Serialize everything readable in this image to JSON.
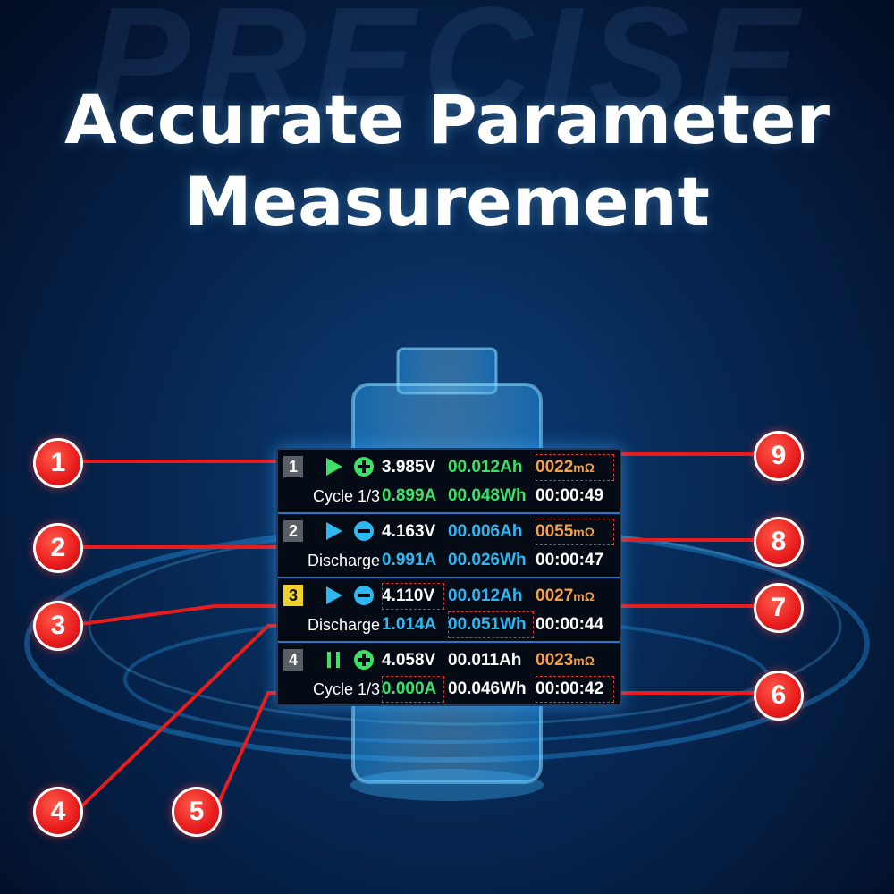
{
  "background_word": "PRECISE",
  "headline": {
    "line1": "Accurate Parameter",
    "line2": "Measurement"
  },
  "channels": [
    {
      "index": "1",
      "state": "play",
      "polarity": "plus",
      "mode": "Cycle 1/3",
      "voltage": "3.985V",
      "capacity": "00.012Ah",
      "resistance": "0022",
      "resistance_unit": "mΩ",
      "current": "0.899A",
      "energy": "00.048Wh",
      "time": "00:00:49"
    },
    {
      "index": "2",
      "state": "play",
      "polarity": "minus",
      "mode": "Discharge",
      "voltage": "4.163V",
      "capacity": "00.006Ah",
      "resistance": "0055",
      "resistance_unit": "mΩ",
      "current": "0.991A",
      "energy": "00.026Wh",
      "time": "00:00:47"
    },
    {
      "index": "3",
      "state": "play",
      "polarity": "minus",
      "mode": "Discharge",
      "voltage": "4.110V",
      "capacity": "00.012Ah",
      "resistance": "0027",
      "resistance_unit": "mΩ",
      "current": "1.014A",
      "energy": "00.051Wh",
      "time": "00:00:44"
    },
    {
      "index": "4",
      "state": "pause",
      "polarity": "plus",
      "mode": "Cycle 1/3",
      "voltage": "4.058V",
      "capacity": "00.011Ah",
      "resistance": "0023",
      "resistance_unit": "mΩ",
      "current": "0.000A",
      "energy": "00.046Wh",
      "time": "00:00:42"
    }
  ],
  "callouts": [
    "1",
    "2",
    "3",
    "4",
    "5",
    "6",
    "7",
    "8",
    "9"
  ],
  "colors": {
    "accent_red": "#e81c1c",
    "voltage_white": "#ffffff",
    "green_readout": "#3ee06a",
    "blue_readout": "#2fb7f2",
    "resistance_orange": "#f4a04a",
    "active_channel": "#f0d22a"
  }
}
